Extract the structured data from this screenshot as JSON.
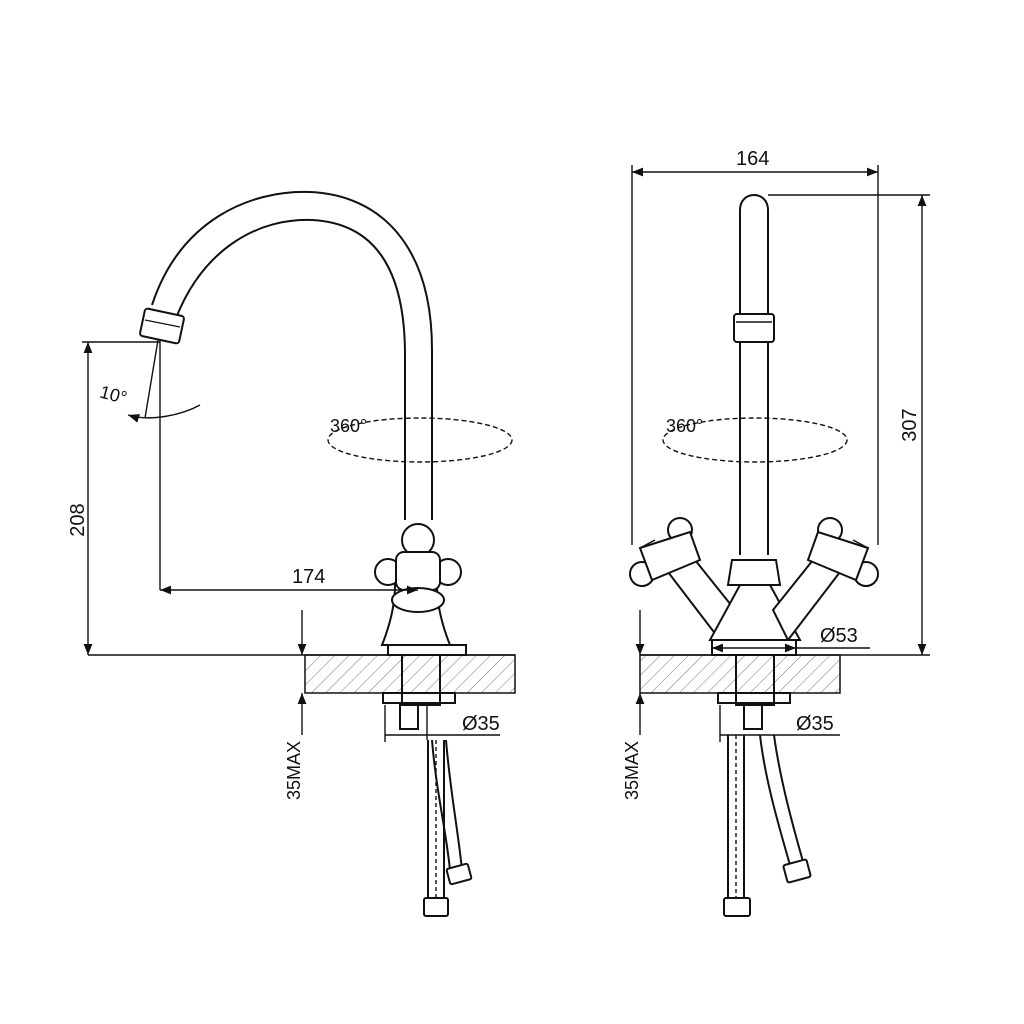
{
  "dimensions": {
    "reach": "174",
    "height_front": "208",
    "width": "164",
    "height_total": "307",
    "base_diameter": "Ø53",
    "hole_diameter_left": "Ø35",
    "hole_diameter_right": "Ø35",
    "max_thickness_left": "35MAX",
    "max_thickness_right": "35MAX"
  },
  "labels": {
    "rotation_left": "360°",
    "rotation_right": "360°",
    "tilt_angle": "10°"
  },
  "colors": {
    "line": "#111111",
    "hatch": "#777777",
    "background": "#ffffff"
  }
}
